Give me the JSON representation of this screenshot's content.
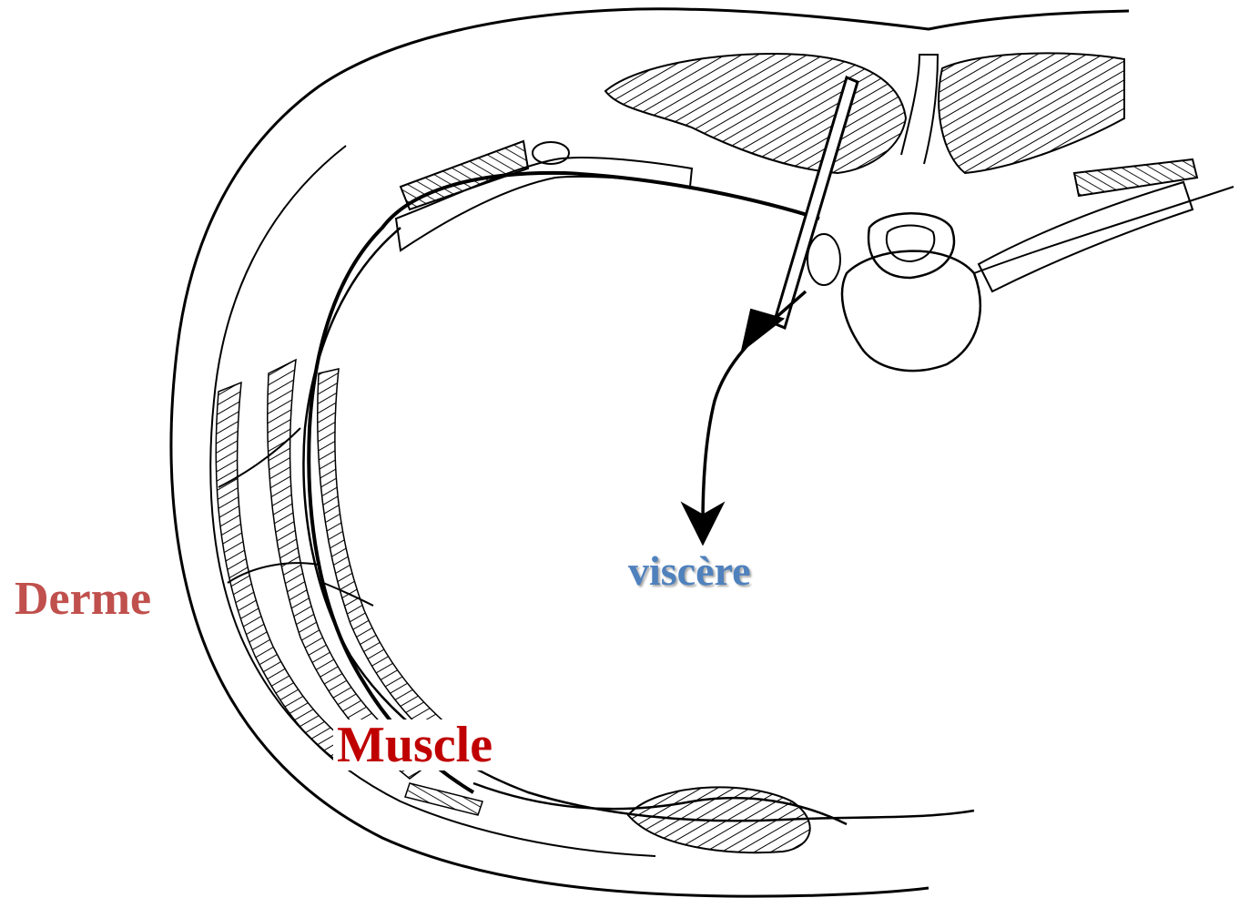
{
  "labels": {
    "derme": "Derme",
    "muscle": "Muscle",
    "viscere": "viscère"
  },
  "colors": {
    "derme": "#c0504d",
    "muscle": "#c00000",
    "viscere": "#4f81bd",
    "ink": "#000000",
    "background": "#ffffff"
  }
}
